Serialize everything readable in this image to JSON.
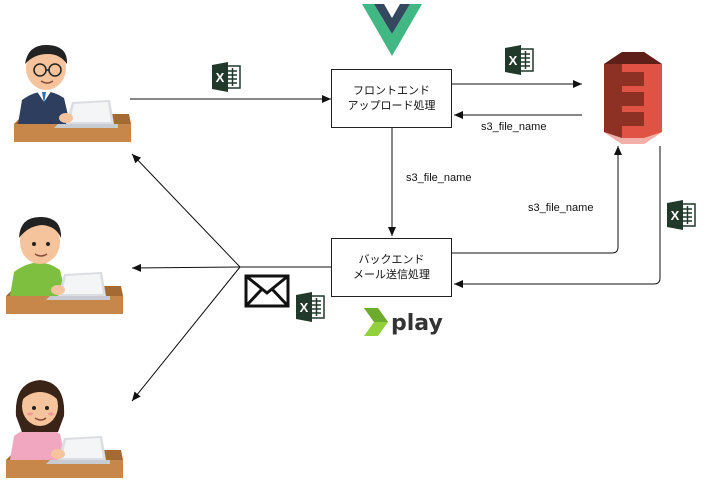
{
  "nodes": {
    "frontend": {
      "line1": "フロントエンド",
      "line2": "アップロード処理"
    },
    "backend": {
      "line1": "バックエンド",
      "line2": "メール送信処理"
    }
  },
  "edge_labels": {
    "s3_to_frontend": "s3_file_name",
    "frontend_to_backend": "s3_file_name",
    "backend_to_s3": "s3_file_name"
  },
  "logos": {
    "play": "play"
  },
  "icons": [
    "vue-logo-icon",
    "aws-s3-icon",
    "play-framework-icon",
    "excel-file-icon",
    "mail-envelope-icon",
    "office-worker-icon"
  ]
}
